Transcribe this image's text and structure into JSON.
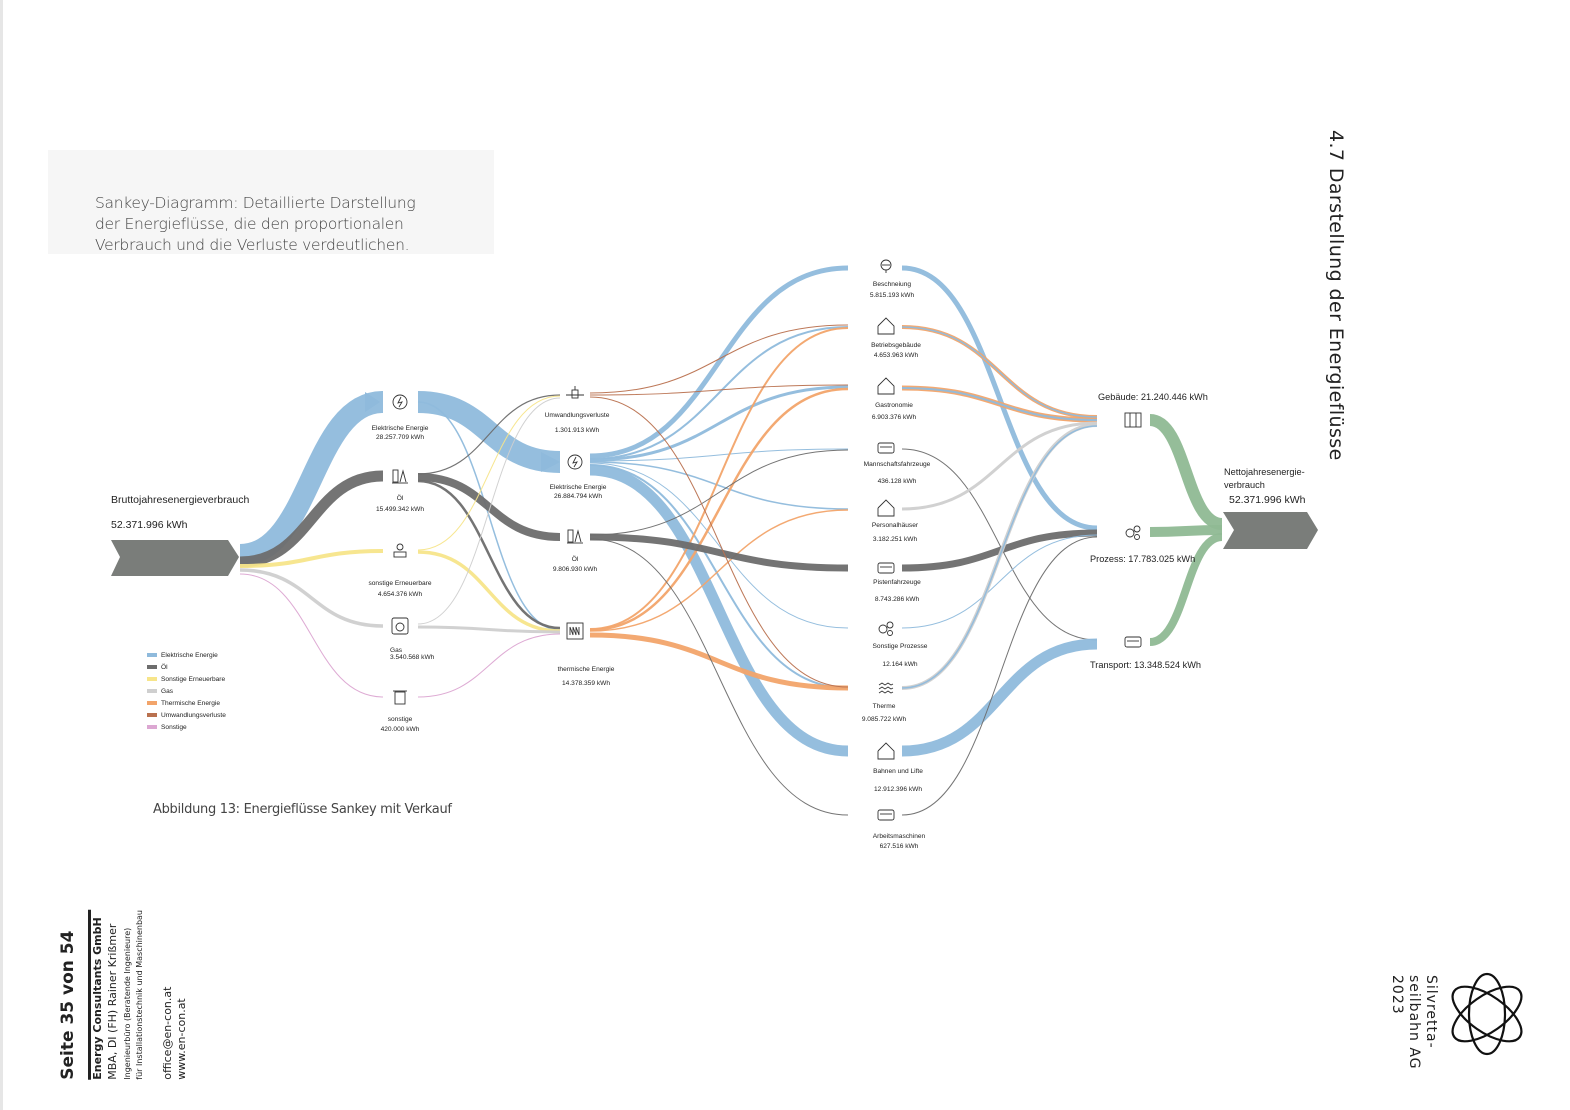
{
  "caption": "Sankey-Diagramm: Detaillierte Darstellung der Energieflüsse, die den proportionalen Verbrauch und die Verluste verdeutlichen.",
  "figure_caption": "Abbildung 13: Energieflüsse Sankey mit Verkauf",
  "section_title": "4.7 Darstellung der Energieflüsse",
  "company": {
    "line1": "Silvretta-",
    "line2": "seilbahn AG",
    "line3": "2023"
  },
  "footer": {
    "page": "Seite 35 von 54",
    "company": "Energy Consultants GmbH",
    "name": "MBA, DI (FH) Rainer Krißmer",
    "desc1": "Ingenieurbüro (Beratende Ingenieure)",
    "desc2": "für Installationstechnik und Maschinenbau",
    "email": "office@en-con.at",
    "web": "www.en-con.at"
  },
  "colors": {
    "elektrisch": "#8fbadc",
    "oel": "#6d6d6d",
    "erneuerbare": "#f7e58a",
    "gas": "#cfcfcf",
    "thermisch": "#f2a46a",
    "umwandlung": "#b9714f",
    "sonstige": "#dca7d2",
    "output": "#8fb994",
    "stage": "#7a7d7a"
  },
  "sankey": {
    "source": {
      "title": "Bruttojahresenergieverbrauch",
      "value": "52.371.996 kWh"
    },
    "target": {
      "title1": "Nettojahresenergie-",
      "title2": "verbrauch",
      "value": "52.371.996 kWh"
    },
    "nodes": {
      "s1_el": {
        "name": "Elektrische Energie",
        "value": "28.257.709 kWh",
        "icon": "lightning-icon"
      },
      "s1_oel": {
        "name": "Öl",
        "value": "15.499.342 kWh",
        "icon": "oil-pump-icon"
      },
      "s1_ern": {
        "name": "sonstige Erneuerbare",
        "value": "4.654.376 kWh",
        "icon": "solar-panel-icon"
      },
      "s1_gas": {
        "name": "Gas",
        "value": "3.540.568 kWh",
        "icon": "gas-meter-icon"
      },
      "s1_son": {
        "name": "sonstige",
        "value": "420.000 kWh",
        "icon": "bin-icon"
      },
      "s2_umw": {
        "name": "Umwandlungsverluste",
        "value": "1.301.913 kWh",
        "icon": "valve-icon"
      },
      "s2_el": {
        "name": "Elektrische Energie",
        "value": "26.884.794 kWh",
        "icon": "lightning-icon"
      },
      "s2_oel": {
        "name": "Öl",
        "value": "9.806.930 kWh",
        "icon": "oil-pump-icon"
      },
      "s2_th": {
        "name": "thermische Energie",
        "value": "14.378.359 kWh",
        "icon": "heater-icon"
      },
      "c_besch": {
        "name": "Beschneiung",
        "value": "5.815.193 kWh",
        "icon": "snow-fan-icon"
      },
      "c_betr": {
        "name": "Betriebsgebäude",
        "value": "4.653.963 kWh",
        "icon": "house-icon"
      },
      "c_gastro": {
        "name": "Gastronomie",
        "value": "6.903.376 kWh",
        "icon": "house-icon"
      },
      "c_mann": {
        "name": "Mannschaftsfahrzeuge",
        "value": "436.128 kWh",
        "icon": "car-icon"
      },
      "c_pers": {
        "name": "Personalhäuser",
        "value": "3.182.251 kWh",
        "icon": "house-icon"
      },
      "c_piste": {
        "name": "Pistenfahrzeuge",
        "value": "8.743.286 kWh",
        "icon": "car-icon"
      },
      "c_sproz": {
        "name": "Sonstige Prozesse",
        "value": "12.164 kWh",
        "icon": "gears-icon"
      },
      "c_therme": {
        "name": "Therme",
        "value": "9.085.722 kWh",
        "icon": "waves-icon"
      },
      "c_bahn": {
        "name": "Bahnen und Lifte",
        "value": "12.912.396 kWh",
        "icon": "house-icon"
      },
      "c_arb": {
        "name": "Arbeitsmaschinen",
        "value": "627.516 kWh",
        "icon": "car-icon"
      },
      "g_geb": {
        "label": "Gebäude: 21.240.446 kWh",
        "icon": "building-icon"
      },
      "g_proz": {
        "label": "Prozess: 17.783.025 kWh",
        "icon": "gears-icon"
      },
      "g_trans": {
        "label": "Transport: 13.348.524 kWh",
        "icon": "car-icon"
      }
    },
    "legend": [
      {
        "label": "Elektrische Energie",
        "color": "#8fbadc"
      },
      {
        "label": "Öl",
        "color": "#6d6d6d"
      },
      {
        "label": "Sonstige Erneuerbare",
        "color": "#f7e58a"
      },
      {
        "label": "Gas",
        "color": "#cfcfcf"
      },
      {
        "label": "Thermische Energie",
        "color": "#f2a46a"
      },
      {
        "label": "Umwandlungsverluste",
        "color": "#b9714f"
      },
      {
        "label": "Sonstige",
        "color": "#dca7d2"
      }
    ]
  }
}
